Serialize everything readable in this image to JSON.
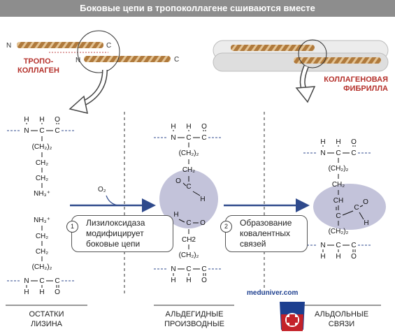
{
  "title": "Боковые цепи в тропоколлагене сшиваются вместе",
  "top": {
    "n_left": "N",
    "c_left": "C",
    "n_right": "N",
    "c_right": "C",
    "tropocollagen_line1": "ТРОПО-",
    "tropocollagen_line2": "КОЛЛАГЕН",
    "fibril_line1": "КОЛЛАГЕНОВАЯ",
    "fibril_line2": "ФИБРИЛЛА"
  },
  "reagent": "O₂",
  "steps": [
    {
      "number": "1",
      "line1": "Лизилоксидаза",
      "line2": "модифицирует",
      "line3": "боковые цепи"
    },
    {
      "number": "2",
      "line1": "Образование",
      "line2": "ковалентных",
      "line3": "связей"
    }
  ],
  "columns": [
    {
      "line1": "ОСТАТКИ",
      "line2": "ЛИЗИНА"
    },
    {
      "line1": "АЛЬДЕГИДНЫЕ",
      "line2": "ПРОИЗВОДНЫЕ"
    },
    {
      "line1": "АЛЬДОЛЬНЫЕ",
      "line2": "СВЯЗИ"
    }
  ],
  "watermark": "meduniver.com",
  "colors": {
    "banner": "#8d8d8d",
    "label_red": "#b5322c",
    "arrow_blue": "#2f4a8c",
    "highlight": "#c3c3da",
    "backbone": "#2f4a8c"
  }
}
